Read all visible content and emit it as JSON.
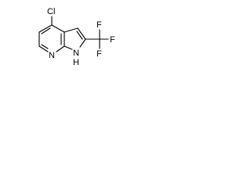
{
  "molecule": {
    "atoms": {
      "chlorine": "Cl",
      "pyridine_nitrogen": "N",
      "pyrrole_nh_n": "N",
      "pyrrole_nh_h": "H",
      "fluorine_top": "F",
      "fluorine_right": "F",
      "fluorine_bottom": "F"
    }
  },
  "colors": {
    "bond": "#000000",
    "label": "#000000",
    "background": "#ffffff"
  }
}
